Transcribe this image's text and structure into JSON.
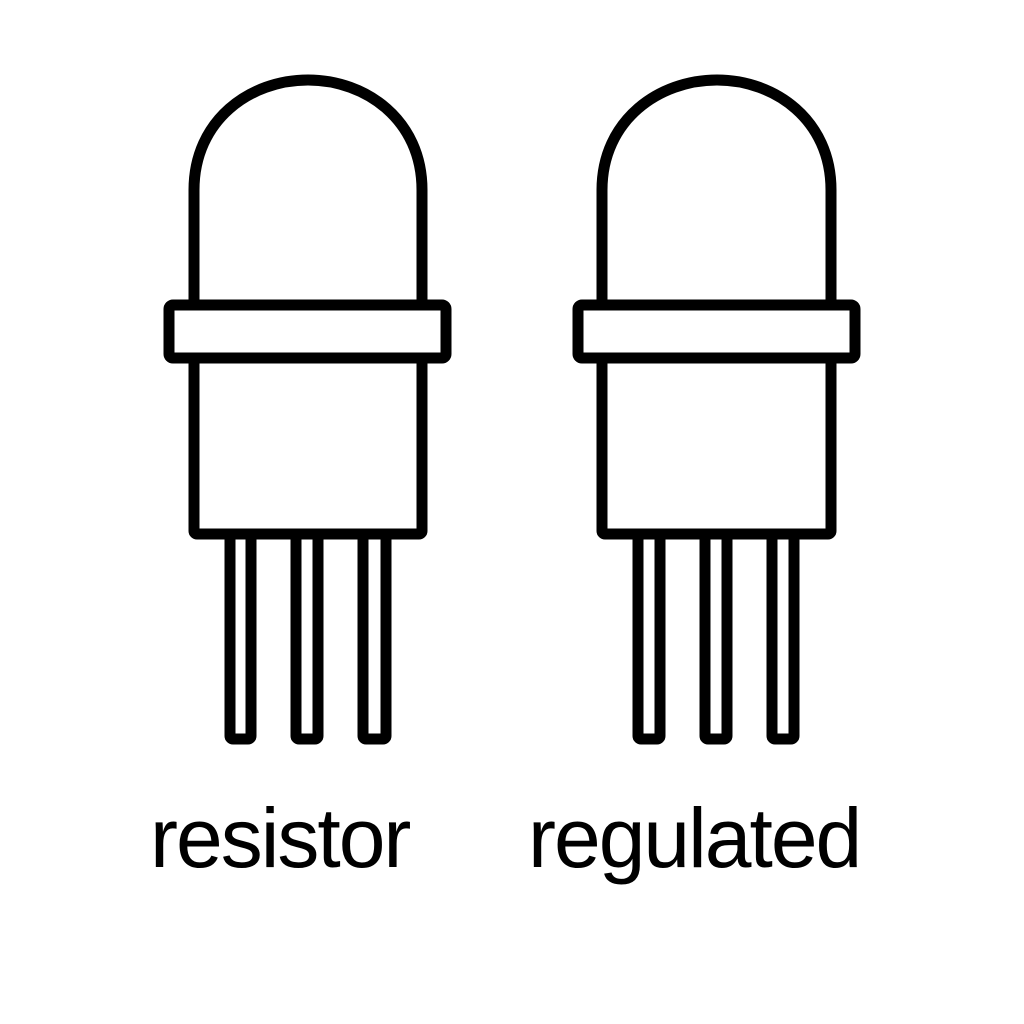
{
  "diagram": {
    "stroke_color": "#000000",
    "fill_color": "#ffffff",
    "components": [
      {
        "type": "led-3-pin",
        "label": "resistor",
        "legs": 3
      },
      {
        "type": "led-3-pin",
        "label": "regulated",
        "legs": 3
      }
    ]
  }
}
